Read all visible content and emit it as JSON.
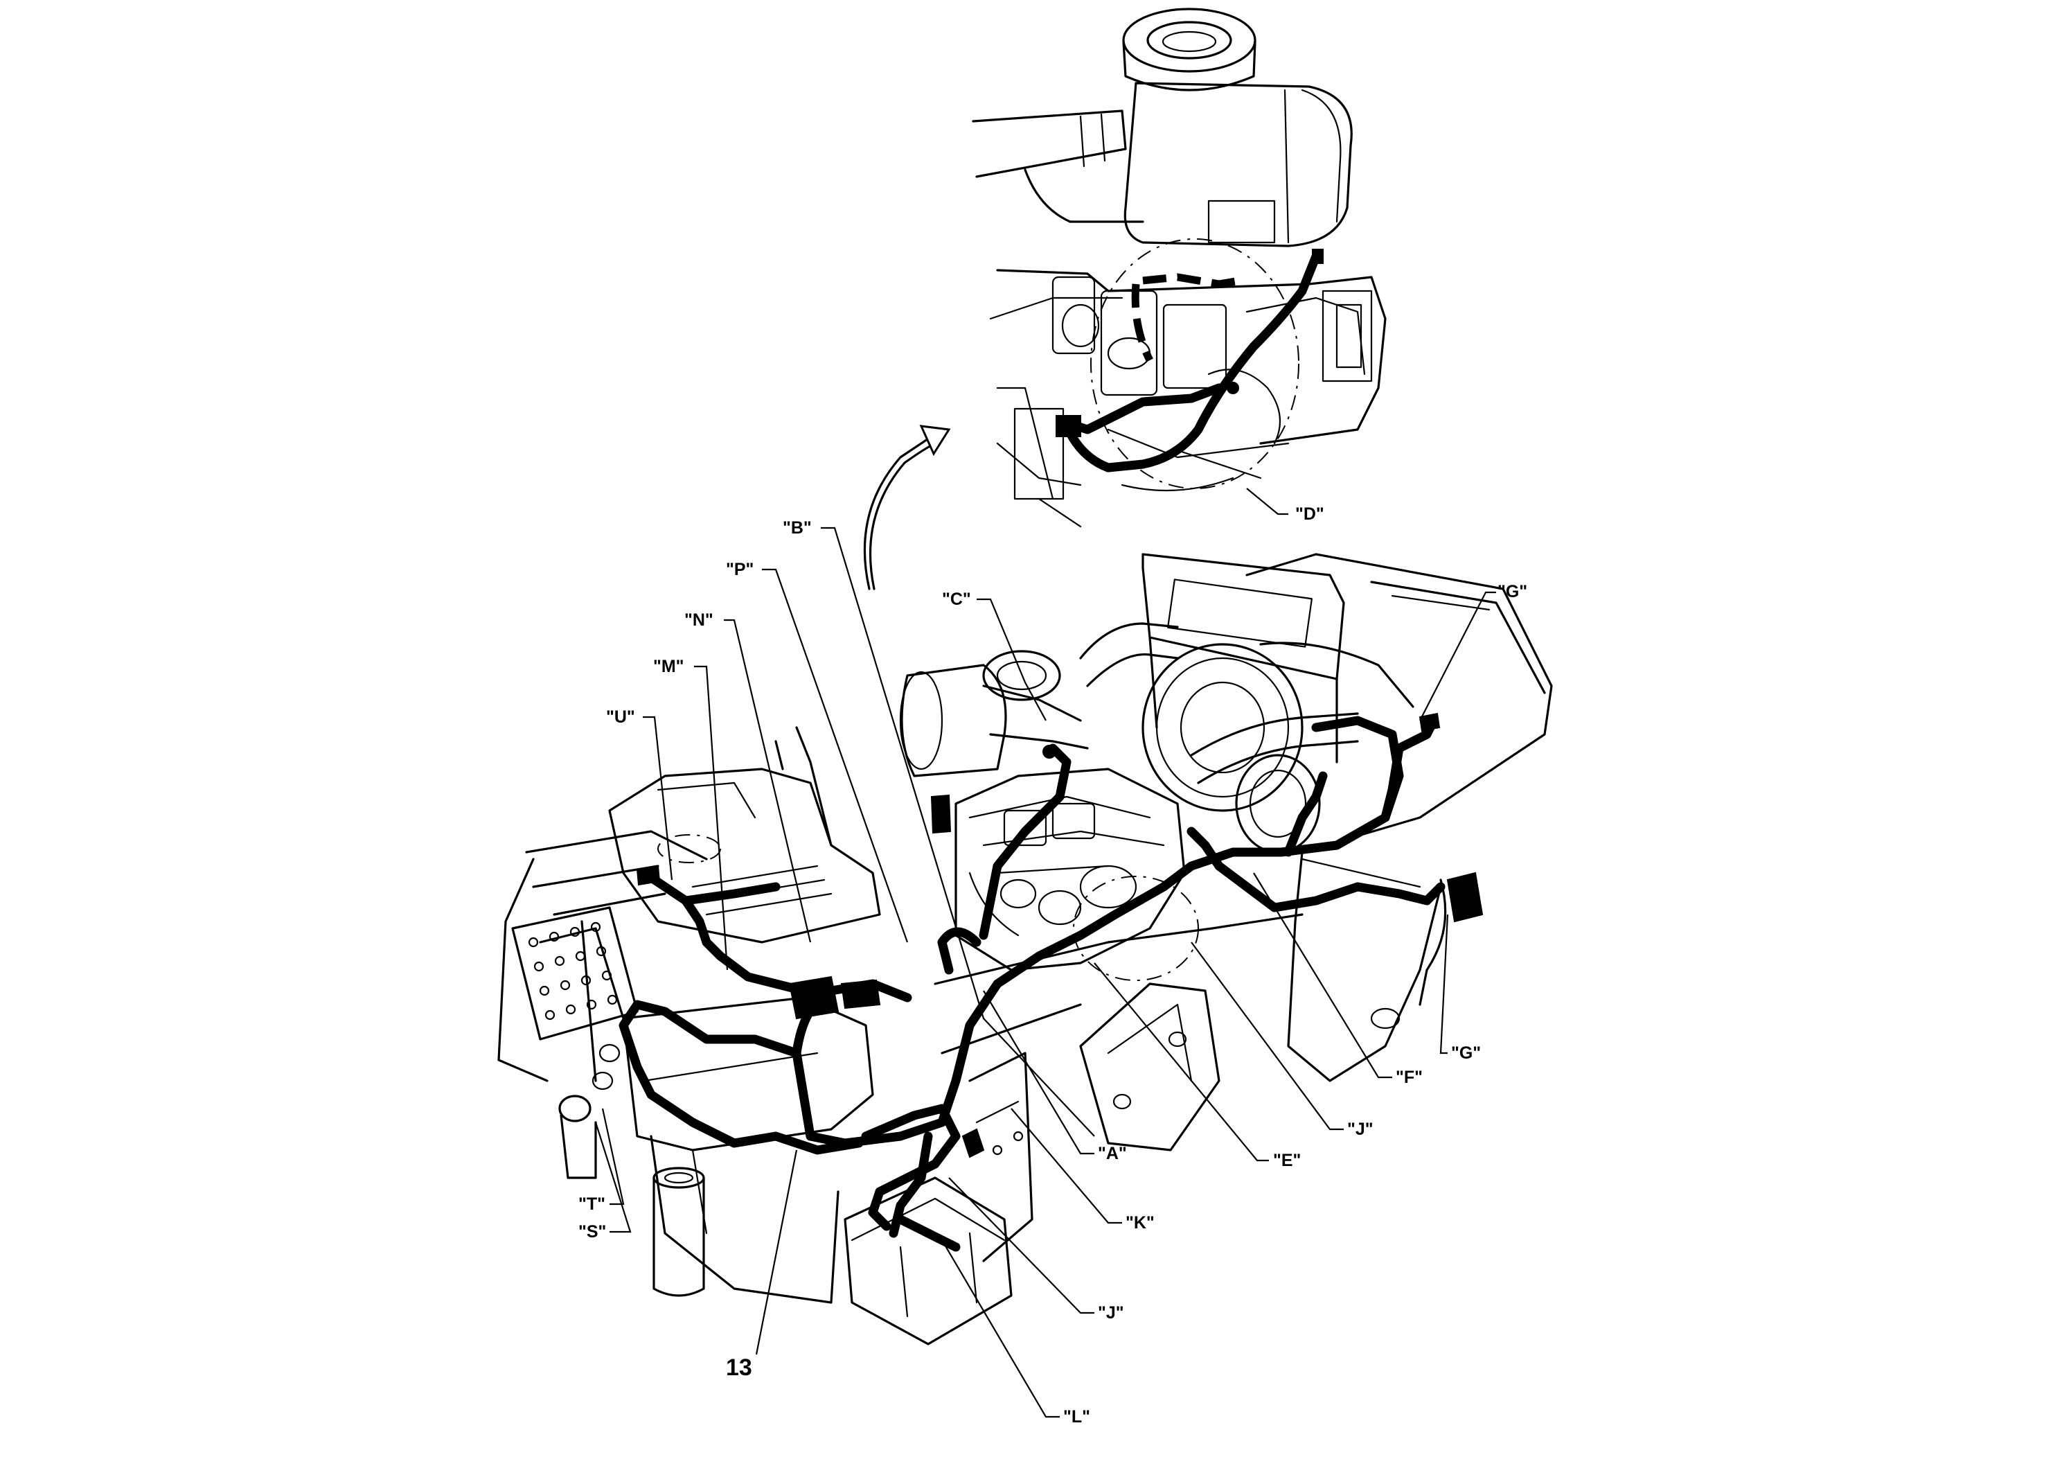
{
  "callouts": {
    "A": "\"A\"",
    "B": "\"B\"",
    "C": "\"C\"",
    "D": "\"D\"",
    "E": "\"E\"",
    "F": "\"F\"",
    "G_top": "\"G\"",
    "G_bottom": "\"G\"",
    "J_right": "\"J\"",
    "J_bottom": "\"J\"",
    "K": "\"K\"",
    "L": "\"L\"",
    "M": "\"M\"",
    "N": "\"N\"",
    "P": "\"P\"",
    "S": "\"S\"",
    "T": "\"T\"",
    "U": "\"U\""
  },
  "part_number": "13"
}
